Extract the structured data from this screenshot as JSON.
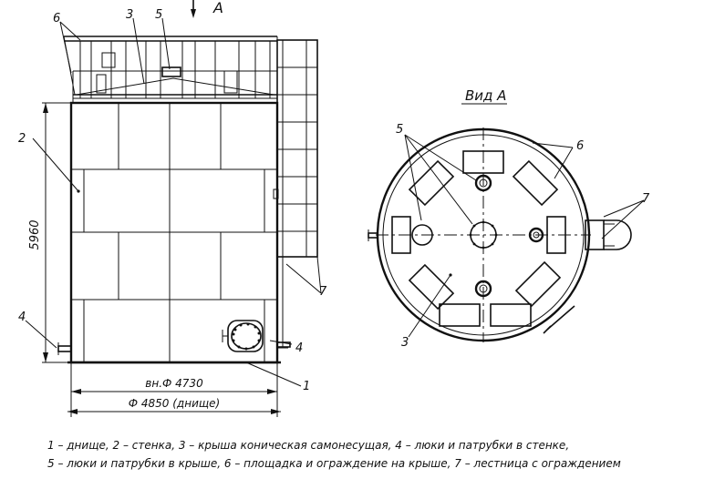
{
  "view_label": "Вид А",
  "arrow_label": "А",
  "dimensions": {
    "height": "5960",
    "inner_diameter": "вн.Ф 4730",
    "bottom_diameter": "Ф 4850 (днище)"
  },
  "callouts": [
    "1",
    "2",
    "3",
    "4",
    "5",
    "6",
    "7"
  ],
  "legend": {
    "line1": "1 – днище, 2 – стенка, 3 – крыша коническая самонесущая, 4 – люки и патрубки в стенке,",
    "line2": "5 – люки и патрубки в крыше, 6 – площадка и ограждение на крыше, 7 – лестница с ограждением"
  }
}
